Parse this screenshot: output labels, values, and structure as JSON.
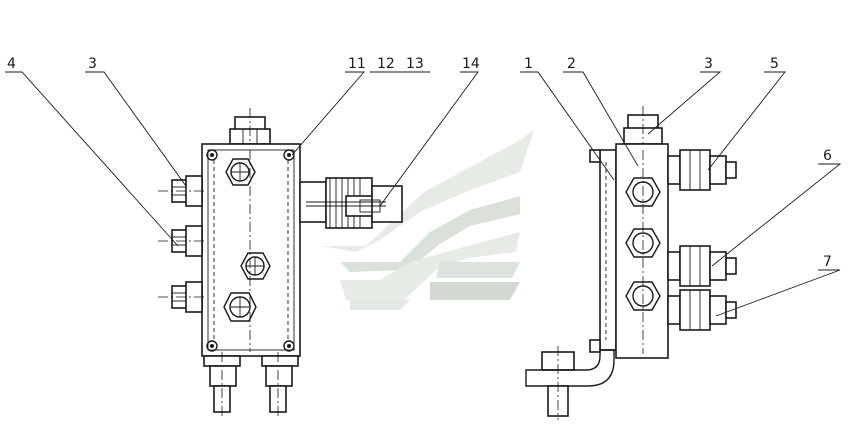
{
  "diagram": {
    "callouts": [
      "1",
      "2",
      "3",
      "3",
      "4",
      "5",
      "6",
      "7",
      "11",
      "12",
      "13",
      "14"
    ],
    "colors": {
      "line": "#1a1a1a",
      "watermark_light": "#dfe6df",
      "watermark_dark": "#c8d2c8"
    }
  }
}
